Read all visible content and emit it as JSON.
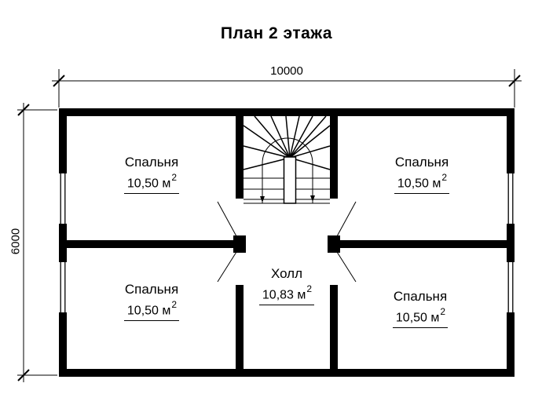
{
  "title": "План 2 этажа",
  "dimensions": {
    "width": "10000",
    "height": "6000"
  },
  "rooms": [
    {
      "id": "bedroom-top-left",
      "name": "Спальня",
      "area": "10,50 м",
      "area_sup": "2"
    },
    {
      "id": "bedroom-top-right",
      "name": "Спальня",
      "area": "10,50 м",
      "area_sup": "2"
    },
    {
      "id": "bedroom-bottom-left",
      "name": "Спальня",
      "area": "10,50 м",
      "area_sup": "2"
    },
    {
      "id": "bedroom-bottom-right",
      "name": "Спальня",
      "area": "10,50 м",
      "area_sup": "2"
    },
    {
      "id": "hall",
      "name": "Холл",
      "area": "10,83 м",
      "area_sup": "2"
    }
  ],
  "colors": {
    "line": "#000000",
    "background": "#ffffff"
  }
}
